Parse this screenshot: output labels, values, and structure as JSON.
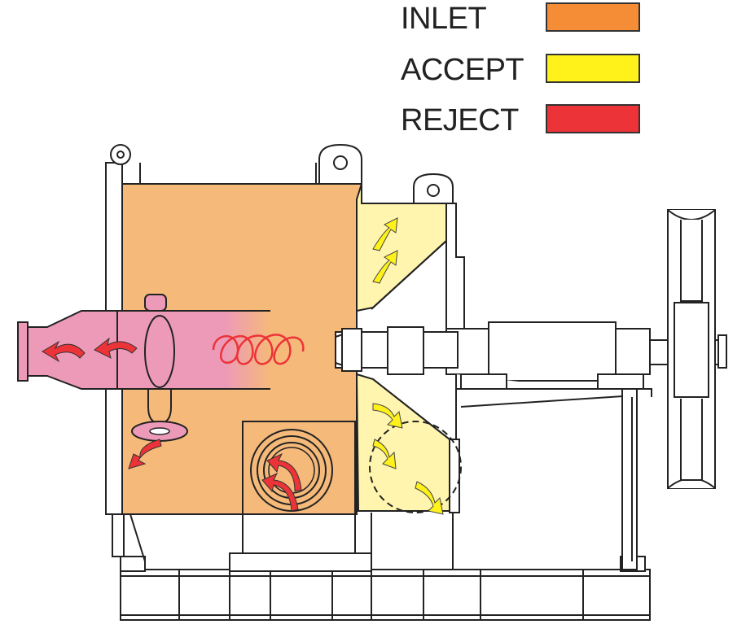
{
  "legend": [
    {
      "label": "INLET",
      "color": "#F58D36"
    },
    {
      "label": "ACCEPT",
      "color": "#FFF21A"
    },
    {
      "label": "REJECT",
      "color": "#EC3338"
    }
  ],
  "zone_colors": {
    "inlet_body": "#F5B97A",
    "accept_zone": "#FFF5AE",
    "reject_pipe": "#EC9AB8",
    "flow_arrow_yellow": "#FFF21A",
    "flow_arrow_red": "#EC3338",
    "outline": "#222222"
  }
}
